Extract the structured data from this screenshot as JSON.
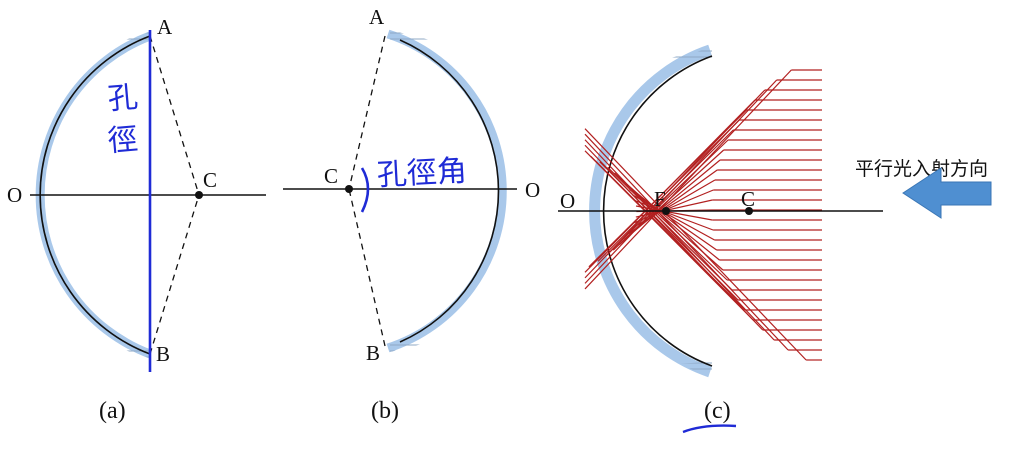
{
  "panel_a": {
    "labels": {
      "A": "A",
      "B": "B",
      "C": "C",
      "O": "O"
    },
    "handwriting": [
      "孔",
      "徑"
    ],
    "caption": "(a)"
  },
  "panel_b": {
    "labels": {
      "A": "A",
      "B": "B",
      "C": "C",
      "O": "O"
    },
    "handwriting": "孔徑角",
    "caption": "(b)"
  },
  "panel_c": {
    "labels": {
      "O": "O",
      "F": "F",
      "C": "C"
    },
    "incident_text": "平行光入射方向",
    "caption": "(c)"
  },
  "colors": {
    "mirror_backing": "#a9c8ea",
    "hatch": "#8fa9c6",
    "mirror_line": "#111111",
    "handwriting": "#1f2bd6",
    "rays": "#b22020",
    "arrow": "#4f8fd1"
  }
}
